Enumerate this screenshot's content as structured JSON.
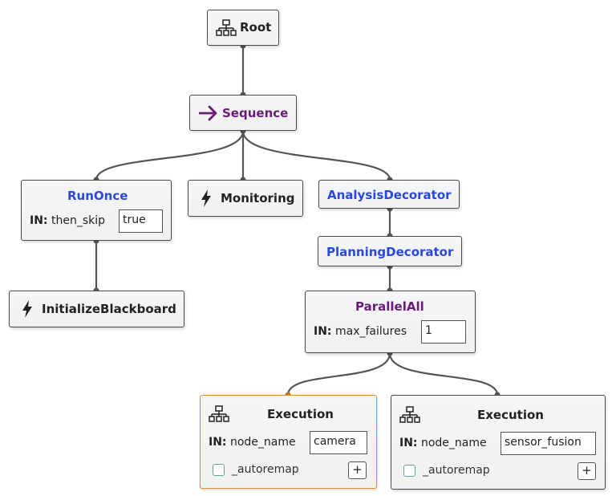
{
  "nodes": {
    "root": {
      "title": "Root"
    },
    "sequence": {
      "title": "Sequence"
    },
    "run_once": {
      "title": "RunOnce",
      "port_kind": "IN:",
      "port_name": "then_skip",
      "port_value": "true"
    },
    "monitoring": {
      "title": "Monitoring"
    },
    "analysis": {
      "title": "AnalysisDecorator"
    },
    "planning": {
      "title": "PlanningDecorator"
    },
    "init_bb": {
      "title": "InitializeBlackboard"
    },
    "parallel": {
      "title": "ParallelAll",
      "port_kind": "IN:",
      "port_name": "max_failures",
      "port_value": "1"
    },
    "exec1": {
      "title": "Execution",
      "port_kind": "IN:",
      "port_name": "node_name",
      "port_value": "camera",
      "checkbox_label": "_autoremap",
      "add_label": "+"
    },
    "exec2": {
      "title": "Execution",
      "port_kind": "IN:",
      "port_name": "node_name",
      "port_value": "sensor_fusion",
      "checkbox_label": "_autoremap",
      "add_label": "+"
    }
  },
  "colors": {
    "control": "#6a1b7a",
    "decorator": "#2a48e0",
    "edge": "#555555",
    "selected_border": "#d88a3a",
    "checkbox": "#5aa79a"
  }
}
